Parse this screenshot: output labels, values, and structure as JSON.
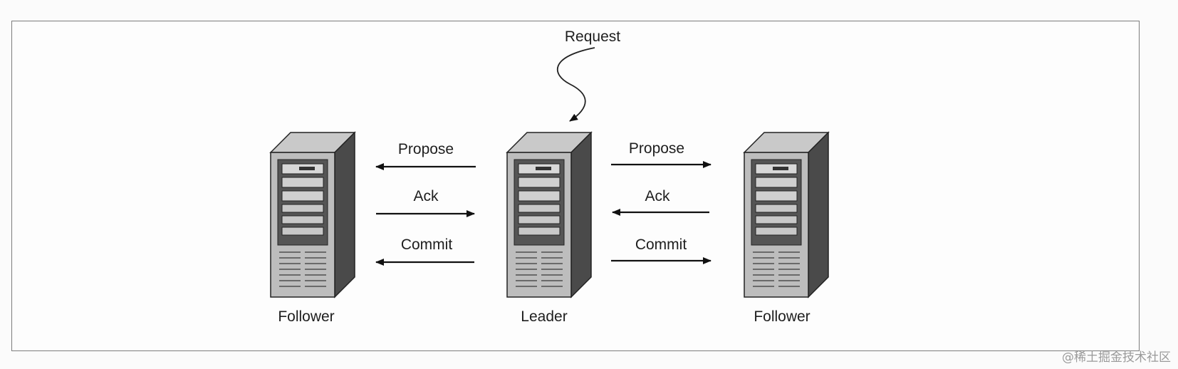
{
  "diagram": {
    "request_label": "Request",
    "left_follower_label": "Follower",
    "leader_label": "Leader",
    "right_follower_label": "Follower",
    "left_messages": {
      "propose": "Propose",
      "ack": "Ack",
      "commit": "Commit"
    },
    "right_messages": {
      "propose": "Propose",
      "ack": "Ack",
      "commit": "Commit"
    }
  },
  "watermark": "@稀土掘金技术社区"
}
